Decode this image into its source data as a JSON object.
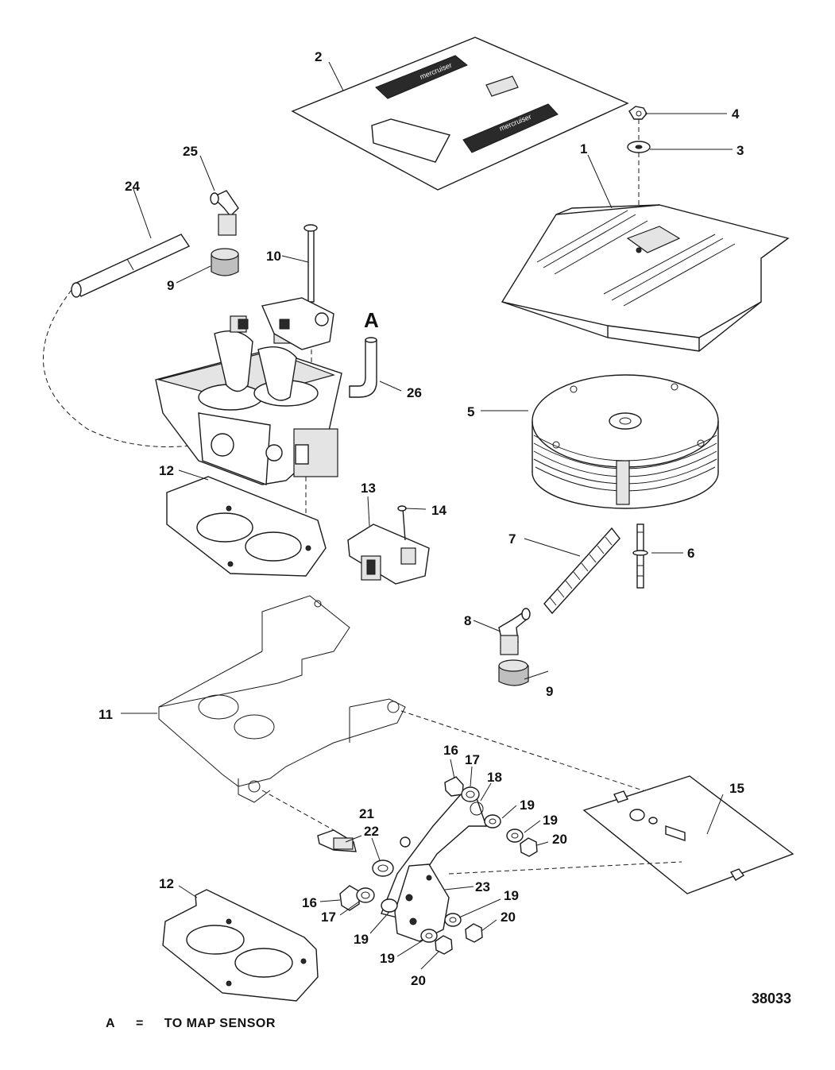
{
  "callouts": {
    "c1": "1",
    "c2": "2",
    "c3": "3",
    "c4": "4",
    "c5": "5",
    "c6": "6",
    "c7": "7",
    "c8": "8",
    "c9a": "9",
    "c9b": "9",
    "c10": "10",
    "c11": "11",
    "c12a": "12",
    "c12b": "12",
    "c13": "13",
    "c14": "14",
    "c15": "15",
    "c16a": "16",
    "c16b": "16",
    "c17a": "17",
    "c17b": "17",
    "c18": "18",
    "c19a": "19",
    "c19b": "19",
    "c19c": "19",
    "c19d": "19",
    "c19e": "19",
    "c20a": "20",
    "c20b": "20",
    "c20c": "20",
    "c21": "21",
    "c22": "22",
    "c23": "23",
    "c24": "24",
    "c25": "25",
    "c26": "26",
    "cA": "A"
  },
  "figure_number": "38033",
  "legend": {
    "key": "A",
    "eq": "=",
    "text": "TO MAP SENSOR"
  },
  "brand_decal": "mercruiser"
}
